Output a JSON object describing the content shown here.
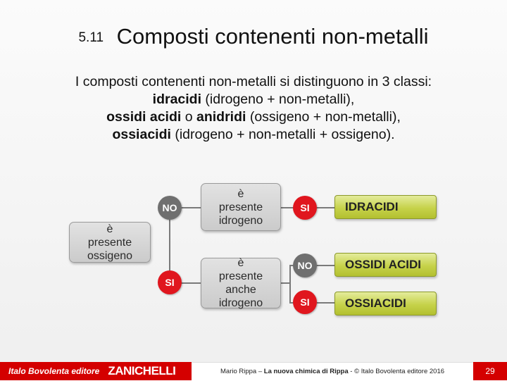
{
  "slide": {
    "number": "5.11",
    "title": "Composti contenenti non-metalli"
  },
  "intro": {
    "line1": "I composti contenenti non-metalli si distinguono in 3 classi:",
    "idracidi_term": "idracidi",
    "idracidi_desc": " (idrogeno + non-metalli),",
    "ossidi_term": "ossidi acidi",
    "ossidi_conj": " o ",
    "anidridi_term": "anidridi",
    "ossidi_desc": " (ossigeno + non-metalli),",
    "ossiacidi_term": "ossiacidi",
    "ossiacidi_desc": " (idrogeno + non-metalli + ossigeno)."
  },
  "diagram": {
    "root_question": "è presente ossigeno",
    "q_hydrogen": "è presente idrogeno",
    "q_also_hydrogen": "è presente anche idrogeno",
    "no_label": "NO",
    "si_label": "SI",
    "results": {
      "idracidi": "IDRACIDI",
      "ossidi_acidi": "OSSIDI ACIDI",
      "ossiacidi": "OSSIACIDI"
    },
    "colors": {
      "yes_badge": "#e0161e",
      "no_badge": "#6f6f6f",
      "result_fill": "#c6d24a",
      "question_fill": "#d6d6d6"
    }
  },
  "footer": {
    "publisher_editor": "Italo Bovolenta editore",
    "publisher_brand": "ZANICHELLI",
    "author": "Mario Rippa – ",
    "book": "La nuova chimica di Rippa",
    "copyright": " - © Italo Bovolenta editore 2016",
    "page": "29"
  }
}
